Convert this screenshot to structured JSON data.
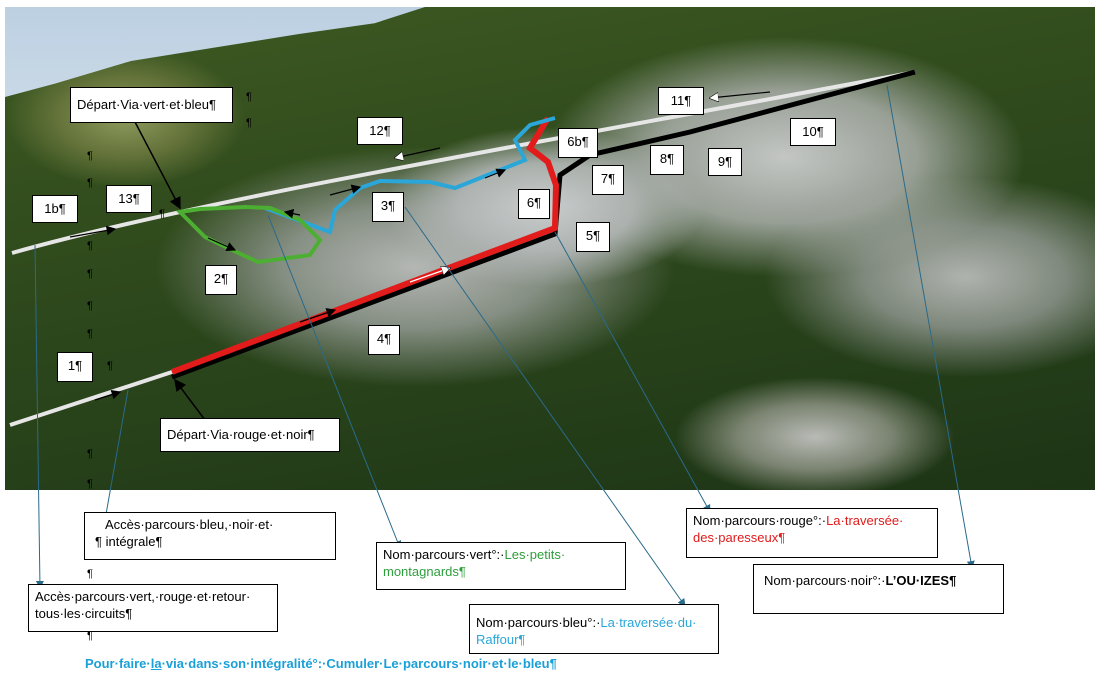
{
  "labels": {
    "depart_vert_bleu": "Départ·Via·vert·et·bleu¶",
    "depart_rouge_noir": "Départ·Via·rouge·et·noir¶",
    "n1": "1¶",
    "n1b": "1b¶",
    "n2": "2¶",
    "n3": "3¶",
    "n4": "4¶",
    "n5": "5¶",
    "n6": "6¶",
    "n6b": "6b¶",
    "n7": "7¶",
    "n8": "8¶",
    "n9": "9¶",
    "n10": "10¶",
    "n11": "11¶",
    "n12": "12¶",
    "n13": "13¶"
  },
  "legend": {
    "acces_bleu_noir_line1": "Accès·parcours·bleu,·noir·et·",
    "acces_bleu_noir_line2": "¶ intégrale¶",
    "acces_vert_rouge_line1": "Accès·parcours·vert,·rouge·et·retour·",
    "acces_vert_rouge_line2": "tous·les·circuits¶",
    "nom_vert_prefix": "Nom·parcours·vert°:·",
    "nom_vert_value_line1": "Les·petits·",
    "nom_vert_value_line2": "montagnards¶",
    "nom_bleu_prefix": "Nom·parcours·bleu°:·",
    "nom_bleu_value_line1": "La·traversée·du·",
    "nom_bleu_value_line2": "Raffour¶",
    "nom_rouge_prefix": "Nom·parcours·rouge°:·",
    "nom_rouge_value_line1": "La·traversée·",
    "nom_rouge_value_line2": "des·paresseux¶",
    "nom_noir_prefix": "Nom·parcours·noir°:·",
    "nom_noir_value": "L’OU·IZES¶"
  },
  "bottom_note": {
    "part1": "Pour·faire·",
    "part2": "la",
    "part3": "·via·dans·son·intégralité°:·Cumuler·Le·parcours·noir·et·le·bleu¶"
  },
  "pilcrow": "¶",
  "colors": {
    "green_route": "#4caf32",
    "blue_route": "#2aa6d8",
    "red_route": "#e21b1b",
    "black_route": "#000000",
    "white_path": "#e6e6e6",
    "leader_line": "#2a6a8a"
  }
}
